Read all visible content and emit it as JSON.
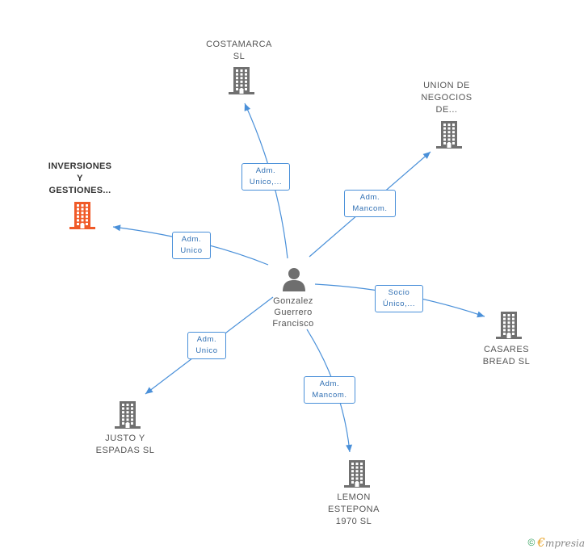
{
  "colors": {
    "edge": "#4a90d9",
    "building": "#707070",
    "building_highlight": "#f05a28",
    "person": "#6e6e6e"
  },
  "center": {
    "name": "Gonzalez\nGuerrero\nFrancisco",
    "icon": "person-icon"
  },
  "nodes": [
    {
      "id": "costamarca",
      "name": "COSTAMARCA\nSL",
      "icon": "building-icon",
      "highlight": false
    },
    {
      "id": "union",
      "name": "UNION DE\nNEGOCIOS\nDE...",
      "icon": "building-icon",
      "highlight": false
    },
    {
      "id": "inversiones",
      "name": "INVERSIONES\nY\nGESTIONES...",
      "icon": "building-icon",
      "highlight": true
    },
    {
      "id": "casares",
      "name": "CASARES\nBREAD SL",
      "icon": "building-icon",
      "highlight": false
    },
    {
      "id": "justo",
      "name": "JUSTO Y\nESPADAS SL",
      "icon": "building-icon",
      "highlight": false
    },
    {
      "id": "lemon",
      "name": "LEMON\nESTEPONA\n1970 SL",
      "icon": "building-icon",
      "highlight": false
    }
  ],
  "edges": [
    {
      "to": "costamarca",
      "label": "Adm.\nUnico,..."
    },
    {
      "to": "union",
      "label": "Adm.\nMancom."
    },
    {
      "to": "inversiones",
      "label": "Adm.\nUnico"
    },
    {
      "to": "casares",
      "label": "Socio\nÚnico,..."
    },
    {
      "to": "justo",
      "label": "Adm.\nUnico"
    },
    {
      "to": "lemon",
      "label": "Adm.\nMancom."
    }
  ],
  "footer": {
    "copyright": "©",
    "brand_initial": "€",
    "brand_rest": "mpresia"
  }
}
